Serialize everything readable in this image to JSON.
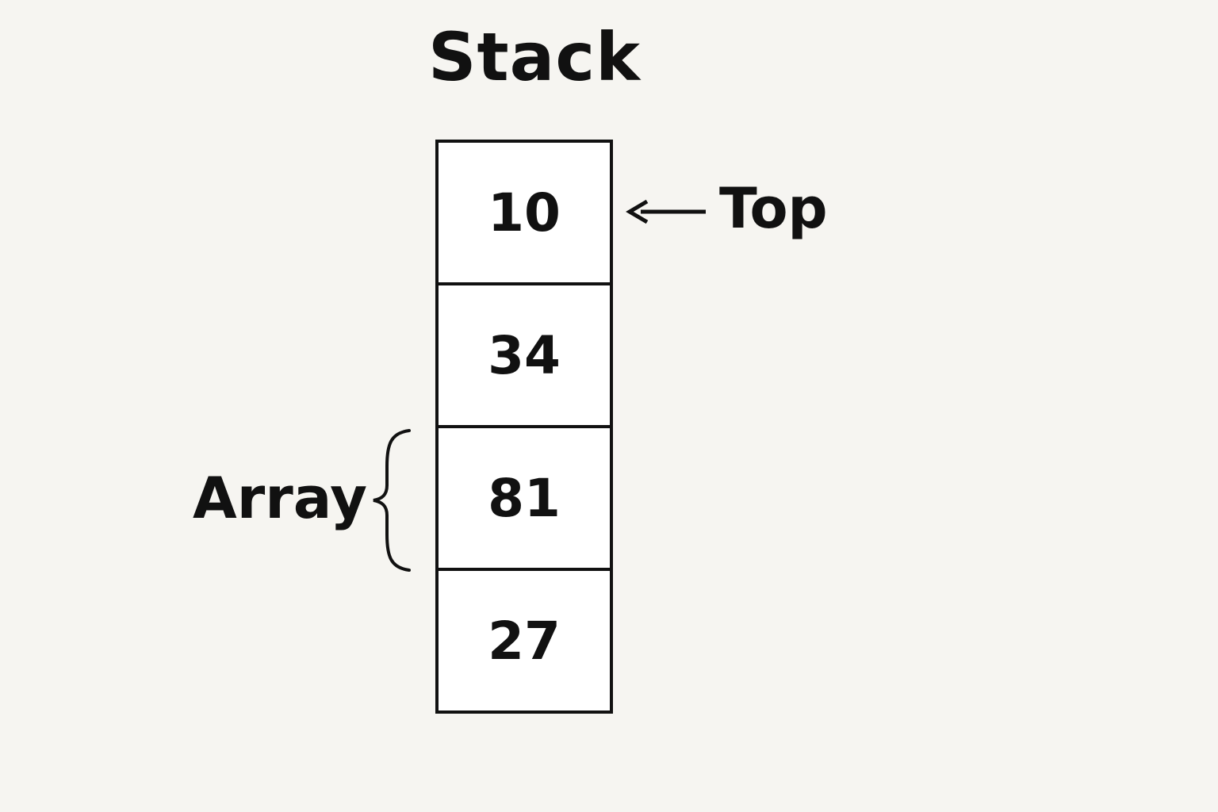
{
  "diagram": {
    "title": "Stack",
    "cells": [
      "10",
      "34",
      "81",
      "27"
    ],
    "top_label": "Top",
    "array_label": "Array",
    "colors": {
      "background": "#f6f5f1",
      "cell_fill": "#ffffff",
      "stroke": "#111111"
    },
    "icons": {
      "pointer": "left-arrow-icon",
      "grouping": "curly-brace-icon"
    }
  }
}
